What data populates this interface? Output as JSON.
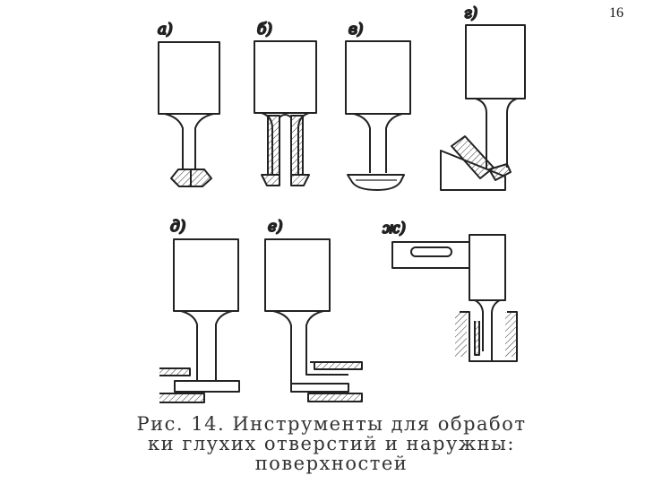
{
  "page": {
    "number": "16"
  },
  "figure": {
    "labels": {
      "a": "а)",
      "b": "б)",
      "v": "в)",
      "g": "г)",
      "d": "д)",
      "e": "е)",
      "zh": "ж)"
    },
    "caption": {
      "line1": "Рис. 14. Инструменты для обработ",
      "line2": "ки глухих отверстий и наружны:",
      "line3": "поверхностей"
    }
  }
}
